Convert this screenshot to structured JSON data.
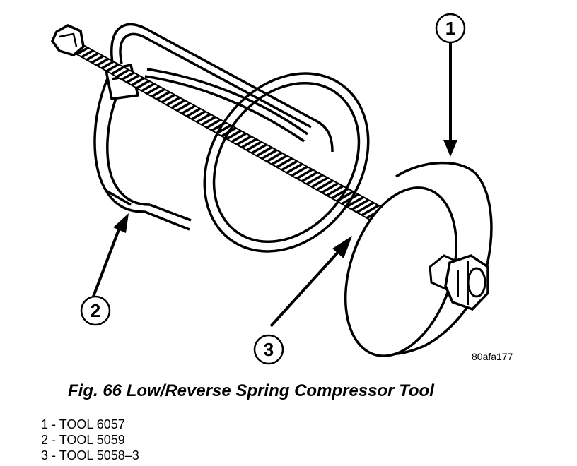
{
  "figure": {
    "id_code": "80afa177",
    "callouts": [
      "1",
      "2",
      "3"
    ]
  },
  "caption": "Fig. 66 Low/Reverse Spring Compressor Tool",
  "legend": [
    {
      "num": "1",
      "sep": " - ",
      "label": "TOOL 6057"
    },
    {
      "num": "2",
      "sep": " - ",
      "label": "TOOL 5059"
    },
    {
      "num": "3",
      "sep": " - ",
      "label": "TOOL 5058–3"
    }
  ],
  "colors": {
    "ink": "#000000",
    "paper": "#ffffff",
    "shade": "#d9d9d9"
  }
}
